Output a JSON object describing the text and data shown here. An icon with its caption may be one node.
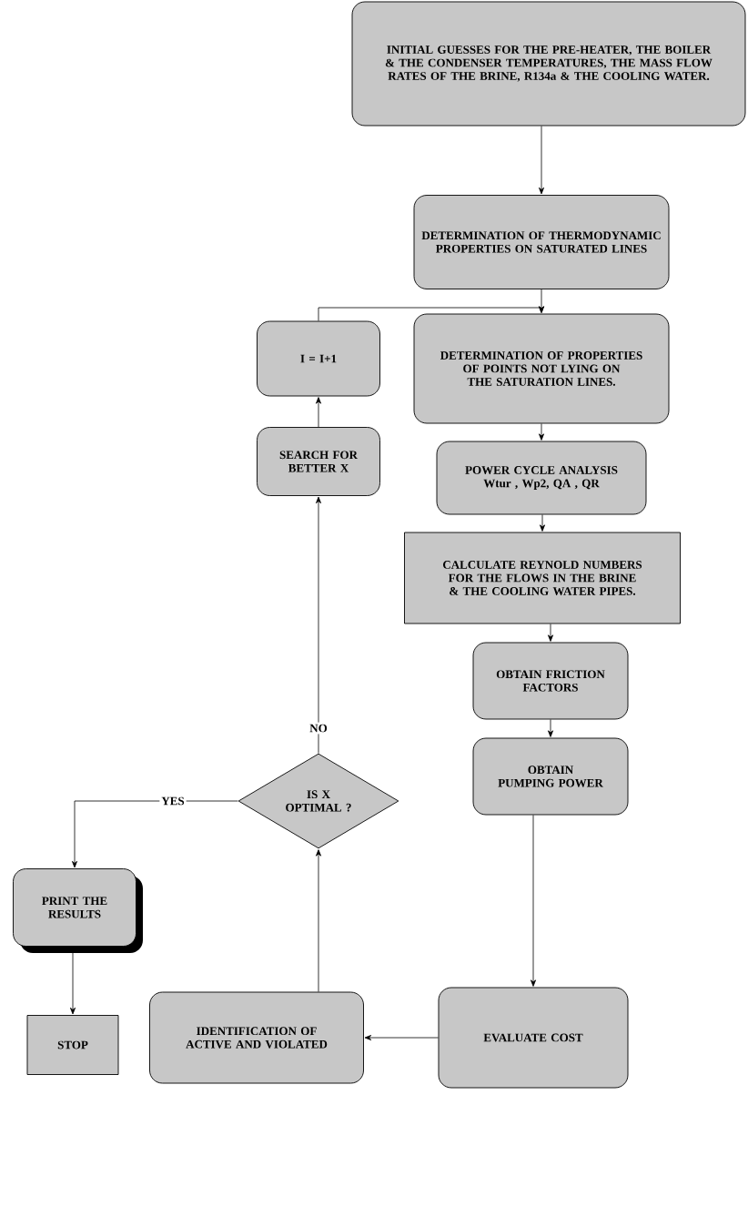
{
  "diagram": {
    "nodes": [
      {
        "text": [
          "INITIAL GUESSES FOR THE PRE-HEATER, THE BOILER & THE CONDENSER TEMPERATURES, THE MASS FLOW RATES OF THE BRINE, R134a & THE COOLING WATER."
        ]
      },
      {
        "text": [
          "DETERMINATION OF THERMODYNAMIC PROPERTIES ON SATURATED LINES"
        ]
      },
      {
        "text": [
          "I = I+1"
        ]
      },
      {
        "text": [
          "DETERMINATION OF PROPERTIES OF POINTS NOT LYING ON THE SATURATION LINES."
        ]
      },
      {
        "text": [
          "POWER CYCLE ANALYSIS",
          "Wtur , Wp2, QA , QR"
        ]
      },
      {
        "text": [
          "CALCULATE REYNOLD NUMBERS FOR THE FLOWS IN THE BRINE & THE COOLING WATER PIPES."
        ]
      },
      {
        "text": [
          "SEARCH FOR BETTER X"
        ]
      },
      {
        "text": [
          "OBTAIN FRICTION FACTORS"
        ]
      },
      {
        "text": [
          "IS X OPTIMAL ?"
        ]
      },
      {
        "text": [
          "OBTAIN PUMPING POWER"
        ]
      },
      {
        "text": [
          "PRINT THE RESULTS"
        ]
      },
      {
        "text": [
          "STOP"
        ]
      },
      {
        "text": [
          "IDENTIFICATION OF ACTIVE AND VIOLATED"
        ]
      },
      {
        "text": [
          "EVALUATE COST"
        ]
      }
    ],
    "edges": [
      {
        "from": 0,
        "to": 1,
        "arrow": "to"
      },
      {
        "from": 1,
        "to": 3,
        "arrow": "to"
      },
      {
        "from": 2,
        "to": 3,
        "arrow": "to"
      },
      {
        "from": 3,
        "to": 4,
        "arrow": "to"
      },
      {
        "from": 4,
        "to": 5,
        "arrow": "to"
      },
      {
        "from": 5,
        "to": 7,
        "arrow": "to"
      },
      {
        "from": 7,
        "to": 9,
        "arrow": "to"
      },
      {
        "from": 9,
        "to": 13,
        "arrow": "to"
      },
      {
        "from": 13,
        "to": 12,
        "arrow": "to"
      },
      {
        "from": 12,
        "to": 8,
        "arrow": "to"
      },
      {
        "from": 8,
        "to": 6,
        "arrow": "to",
        "label": "NO"
      },
      {
        "from": 6,
        "to": 2,
        "arrow": "to"
      },
      {
        "from": 8,
        "to": 10,
        "arrow": "to",
        "label": "YES"
      },
      {
        "from": 10,
        "to": 11,
        "arrow": "to"
      }
    ]
  }
}
